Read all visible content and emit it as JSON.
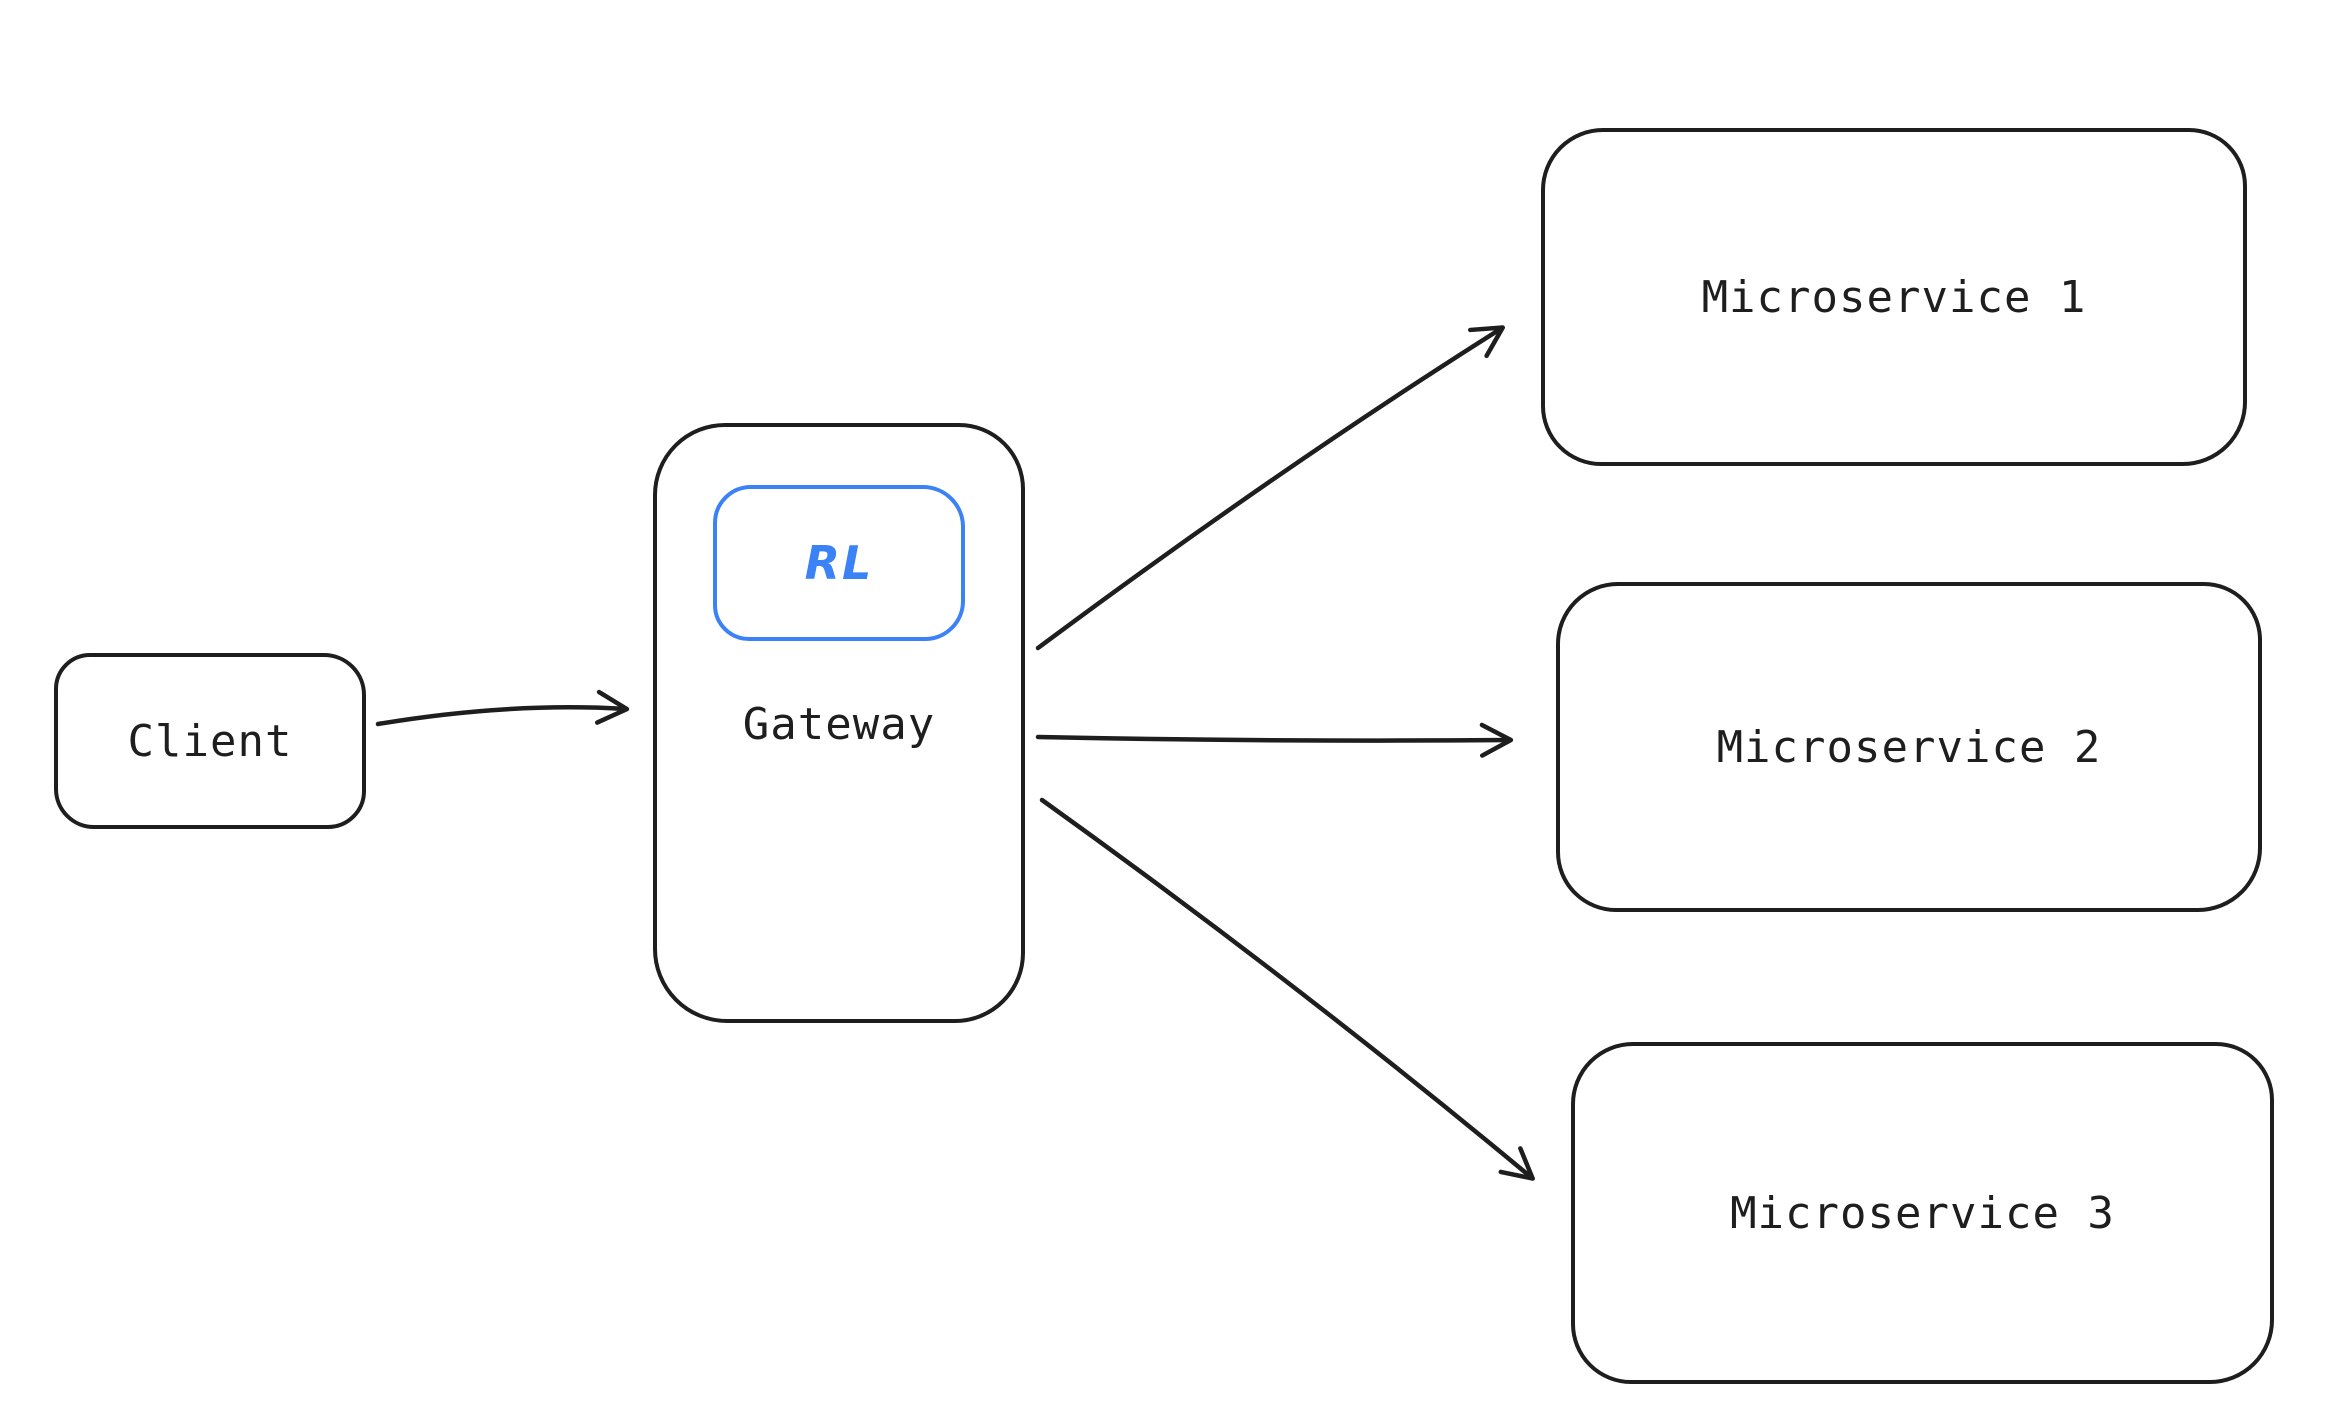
{
  "diagram": {
    "nodes": {
      "client": {
        "label": "Client"
      },
      "gateway": {
        "label": "Gateway",
        "badge": "RL"
      },
      "microservice1": {
        "label": "Microservice 1"
      },
      "microservice2": {
        "label": "Microservice 2"
      },
      "microservice3": {
        "label": "Microservice 3"
      }
    },
    "edges": [
      {
        "from": "client",
        "to": "gateway"
      },
      {
        "from": "gateway",
        "to": "microservice1"
      },
      {
        "from": "gateway",
        "to": "microservice2"
      },
      {
        "from": "gateway",
        "to": "microservice3"
      }
    ],
    "colors": {
      "stroke": "#1e1e1e",
      "accent": "#3b82f6",
      "background": "#ffffff"
    }
  }
}
